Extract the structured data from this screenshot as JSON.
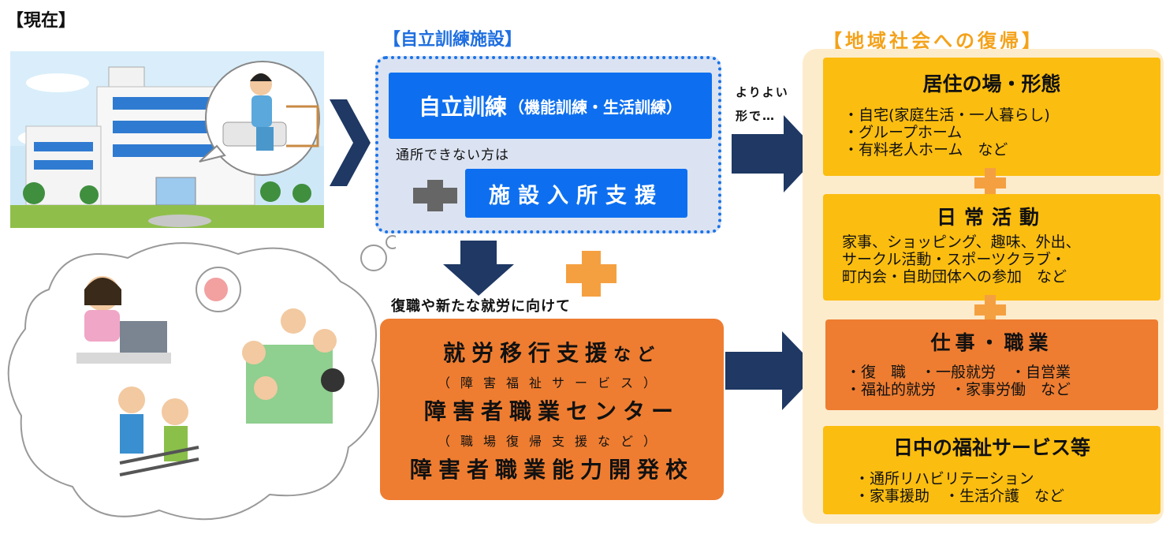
{
  "labels": {
    "current": "【現在】",
    "facility": "【自立訓練施設】",
    "return": "【地域社会への復帰】"
  },
  "facility": {
    "training_main": "自立訓練",
    "training_sub": "（機能訓練・生活訓練）",
    "note": "通所できない方は",
    "admission": "施設入所支援"
  },
  "better_form": [
    "よりよい",
    "形で…"
  ],
  "goal": "復職や新たな就労に向けて",
  "work": {
    "line1": "就労移行支援",
    "line1_suffix": "など",
    "line2": "（障害福祉サービス）",
    "line3": "障害者職業センター",
    "line4": "（職場復帰支援など）",
    "line5": "障害者職業能力開発校"
  },
  "return_boxes": [
    {
      "title": "居住の場・形態",
      "lines": [
        "・自宅(家庭生活・一人暮らし)",
        "・グループホーム",
        "・有料老人ホーム　など"
      ]
    },
    {
      "title": "日常活動",
      "lines": [
        "家事、ショッピング、趣味、外出、",
        "サークル活動・スポーツクラブ・",
        "町内会・自助団体への参加　など"
      ]
    },
    {
      "title": "仕事・職業",
      "lines": [
        "・復　職　・一般就労　・自営業",
        "・福祉的就労　・家事労働　など"
      ]
    },
    {
      "title": "日中の福祉サービス等",
      "lines": [
        "・通所リハビリテーション",
        "・家事援助　・生活介護　など"
      ]
    }
  ],
  "colors": {
    "blue": "#0d6ff0",
    "navy_arrow": "#1f3864",
    "orange": "#ee7d31",
    "yellow": "#fbbd10",
    "panel": "#fdeccc"
  }
}
